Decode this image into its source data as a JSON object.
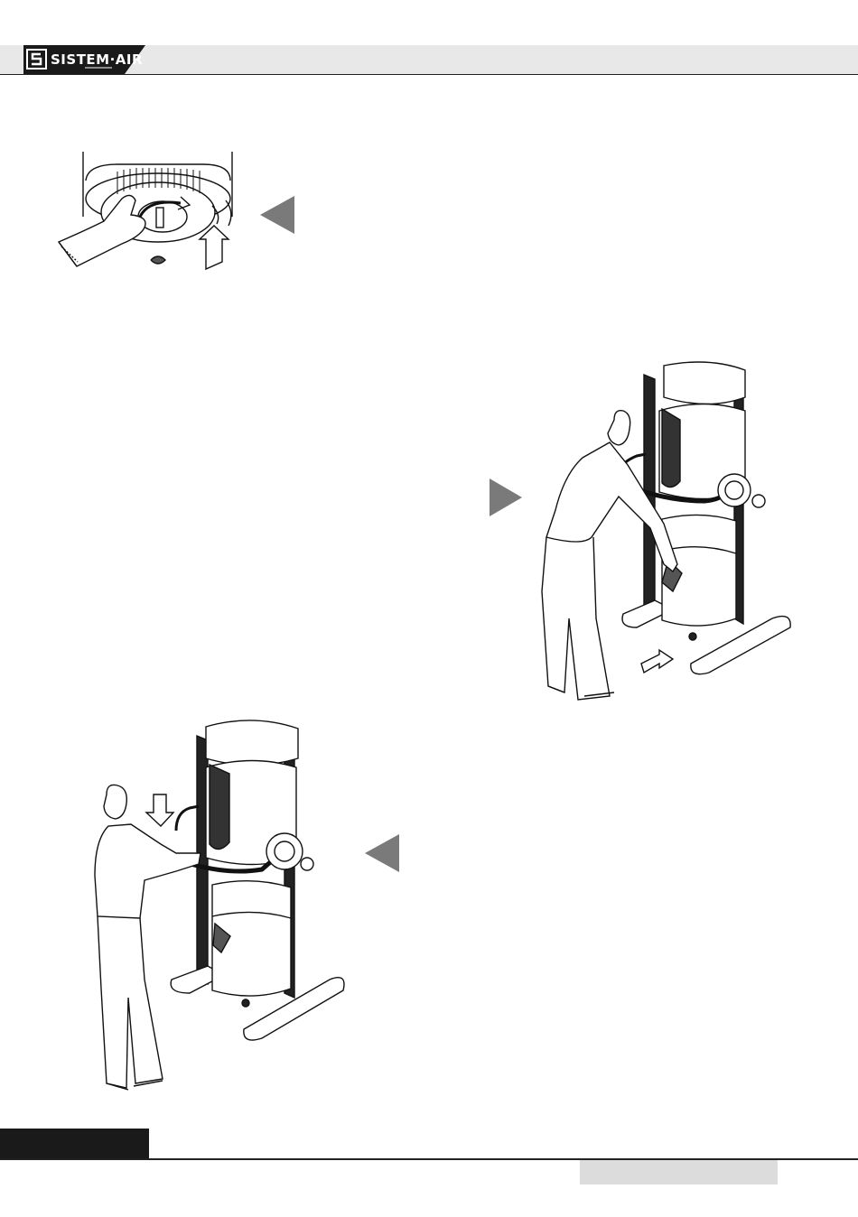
{
  "header": {
    "brand": "SISTEM·AIR"
  },
  "colors": {
    "header_bg": "#e8e8e8",
    "logo_bg": "#1a1a1a",
    "arrow": "#7a7a7a",
    "footer_block": "#1a1a1a",
    "footer_grey": "#dcdcdc"
  },
  "figures": [
    {
      "id": "filter-removal",
      "icon": "hand-unscrewing-filter-icon"
    },
    {
      "id": "bin-removal",
      "icon": "person-pulling-bin-icon"
    },
    {
      "id": "unit-lifting",
      "icon": "person-lifting-unit-icon"
    }
  ]
}
